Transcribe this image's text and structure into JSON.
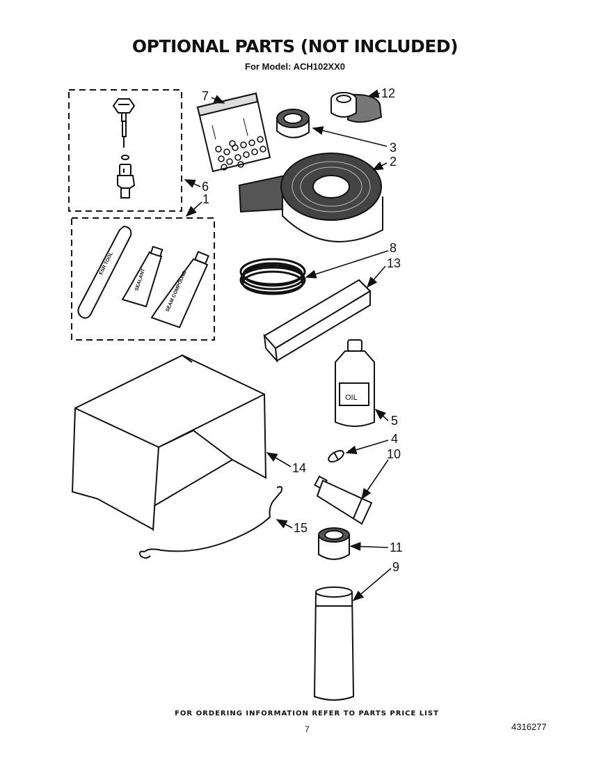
{
  "page": {
    "title": "OPTIONAL PARTS (NOT INCLUDED)",
    "subtitle": "For Model: ACH102XX0",
    "footer_note": "FOR ORDERING INFORMATION REFER TO PARTS PRICE LIST",
    "page_number": "7",
    "document_number": "4316277"
  },
  "callouts": {
    "c1": "1",
    "c2": "2",
    "c3": "3",
    "c4": "4",
    "c5": "5",
    "c6": "6",
    "c7": "7",
    "c8": "8",
    "c9": "9",
    "c10": "10",
    "c11": "11",
    "c12": "12",
    "c13": "13",
    "c14": "14",
    "c15": "15"
  },
  "part_labels": {
    "stick_label": "ESR TOOL",
    "tube1_label": "SEALANT",
    "tube2_label": "SEAM COMPOUND",
    "bottle_label": "OIL"
  }
}
